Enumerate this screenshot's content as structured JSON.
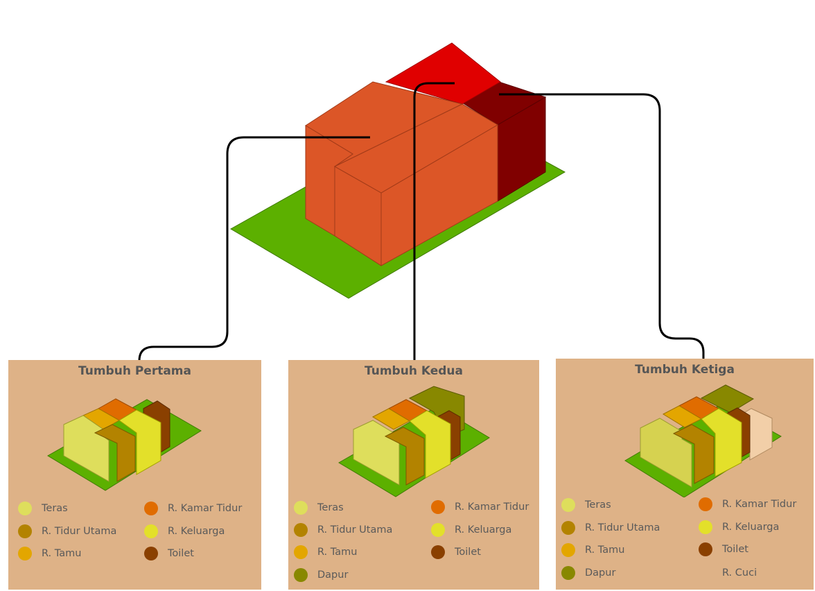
{
  "colors": {
    "ground": "#5cb000",
    "house_main": "#dc5627",
    "house_top": "#e00000",
    "house_dark": "#800000",
    "panel_bg": "#deb287",
    "connector": "#000000",
    "teras": "#dede5c",
    "r_tidur_utama": "#b38300",
    "r_tamu": "#e3a600",
    "r_kamar_tidur": "#e06c00",
    "r_keluarga": "#e3e02a",
    "toilet": "#8a4000",
    "dapur": "#888800",
    "r_cuci": "#f2cfa8"
  },
  "panels": [
    {
      "title": "Tumbuh Pertama",
      "legend": [
        {
          "label": "Teras",
          "color": "#dede5c"
        },
        {
          "label": "R. Tidur Utama",
          "color": "#b38300"
        },
        {
          "label": "R. Tamu",
          "color": "#e3a600"
        },
        {
          "label": "R. Kamar Tidur",
          "color": "#e06c00"
        },
        {
          "label": "R. Keluarga",
          "color": "#e3e02a"
        },
        {
          "label": "Toilet",
          "color": "#8a4000"
        }
      ]
    },
    {
      "title": "Tumbuh Kedua",
      "legend": [
        {
          "label": "Teras",
          "color": "#dede5c"
        },
        {
          "label": "R. Tidur Utama",
          "color": "#b38300"
        },
        {
          "label": "R. Tamu",
          "color": "#e3a600"
        },
        {
          "label": "Dapur",
          "color": "#888800"
        },
        {
          "label": "R. Kamar Tidur",
          "color": "#e06c00"
        },
        {
          "label": "R. Keluarga",
          "color": "#e3e02a"
        },
        {
          "label": "Toilet",
          "color": "#8a4000"
        }
      ]
    },
    {
      "title": "Tumbuh Ketiga",
      "legend": [
        {
          "label": "Teras",
          "color": "#dede5c"
        },
        {
          "label": "R. Tidur Utama",
          "color": "#b38300"
        },
        {
          "label": "R. Tamu",
          "color": "#e3a600"
        },
        {
          "label": "Dapur",
          "color": "#888800"
        },
        {
          "label": "R. Kamar Tidur",
          "color": "#e06c00"
        },
        {
          "label": "R. Keluarga",
          "color": "#e3e02a"
        },
        {
          "label": "Toilet",
          "color": "#8a4000"
        },
        {
          "label": "R. Cuci",
          "color": ""
        }
      ]
    }
  ]
}
